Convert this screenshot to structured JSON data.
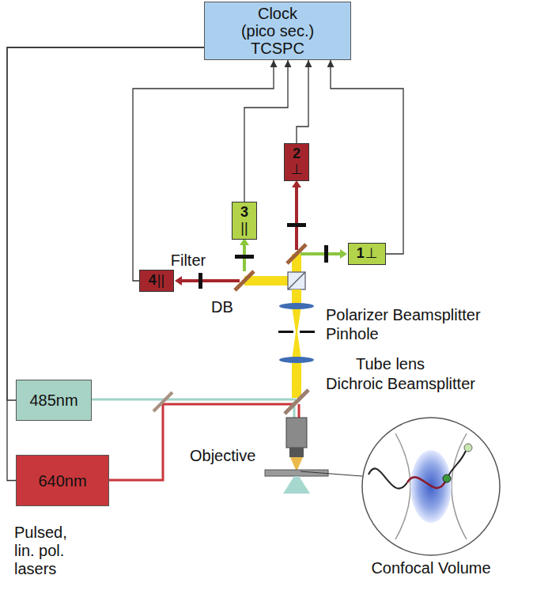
{
  "diagram": {
    "nodes": [
      {
        "text": [
          "Clock (pico sec.) TCSPC"
        ]
      },
      {
        "text": [
          "2",
          "⊥"
        ]
      },
      {
        "text": [
          "3",
          "||"
        ]
      },
      {
        "text": [
          "1",
          "⊥"
        ]
      },
      {
        "text": [
          "4",
          "||"
        ]
      },
      {
        "text": [
          "485nm"
        ]
      },
      {
        "text": [
          "640nm"
        ]
      },
      {
        "text": [
          "Confocal Volume"
        ]
      }
    ],
    "edges": [
      {
        "from": 1,
        "to": 0,
        "arrow": "to"
      },
      {
        "from": 2,
        "to": 0,
        "arrow": "to"
      },
      {
        "from": 3,
        "to": 0,
        "arrow": "to"
      },
      {
        "from": 4,
        "to": 0,
        "arrow": "to"
      },
      {
        "from": 0,
        "to": 5,
        "arrow": "none"
      },
      {
        "from": 0,
        "to": 6,
        "arrow": "none"
      }
    ],
    "labels": [
      "Filter",
      "DB",
      "Polarizer Beamsplitter",
      "Pinhole",
      "Tube lens",
      "Dichroic Beamsplitter",
      "Objective",
      "Pulsed, lin. pol. lasers"
    ]
  }
}
